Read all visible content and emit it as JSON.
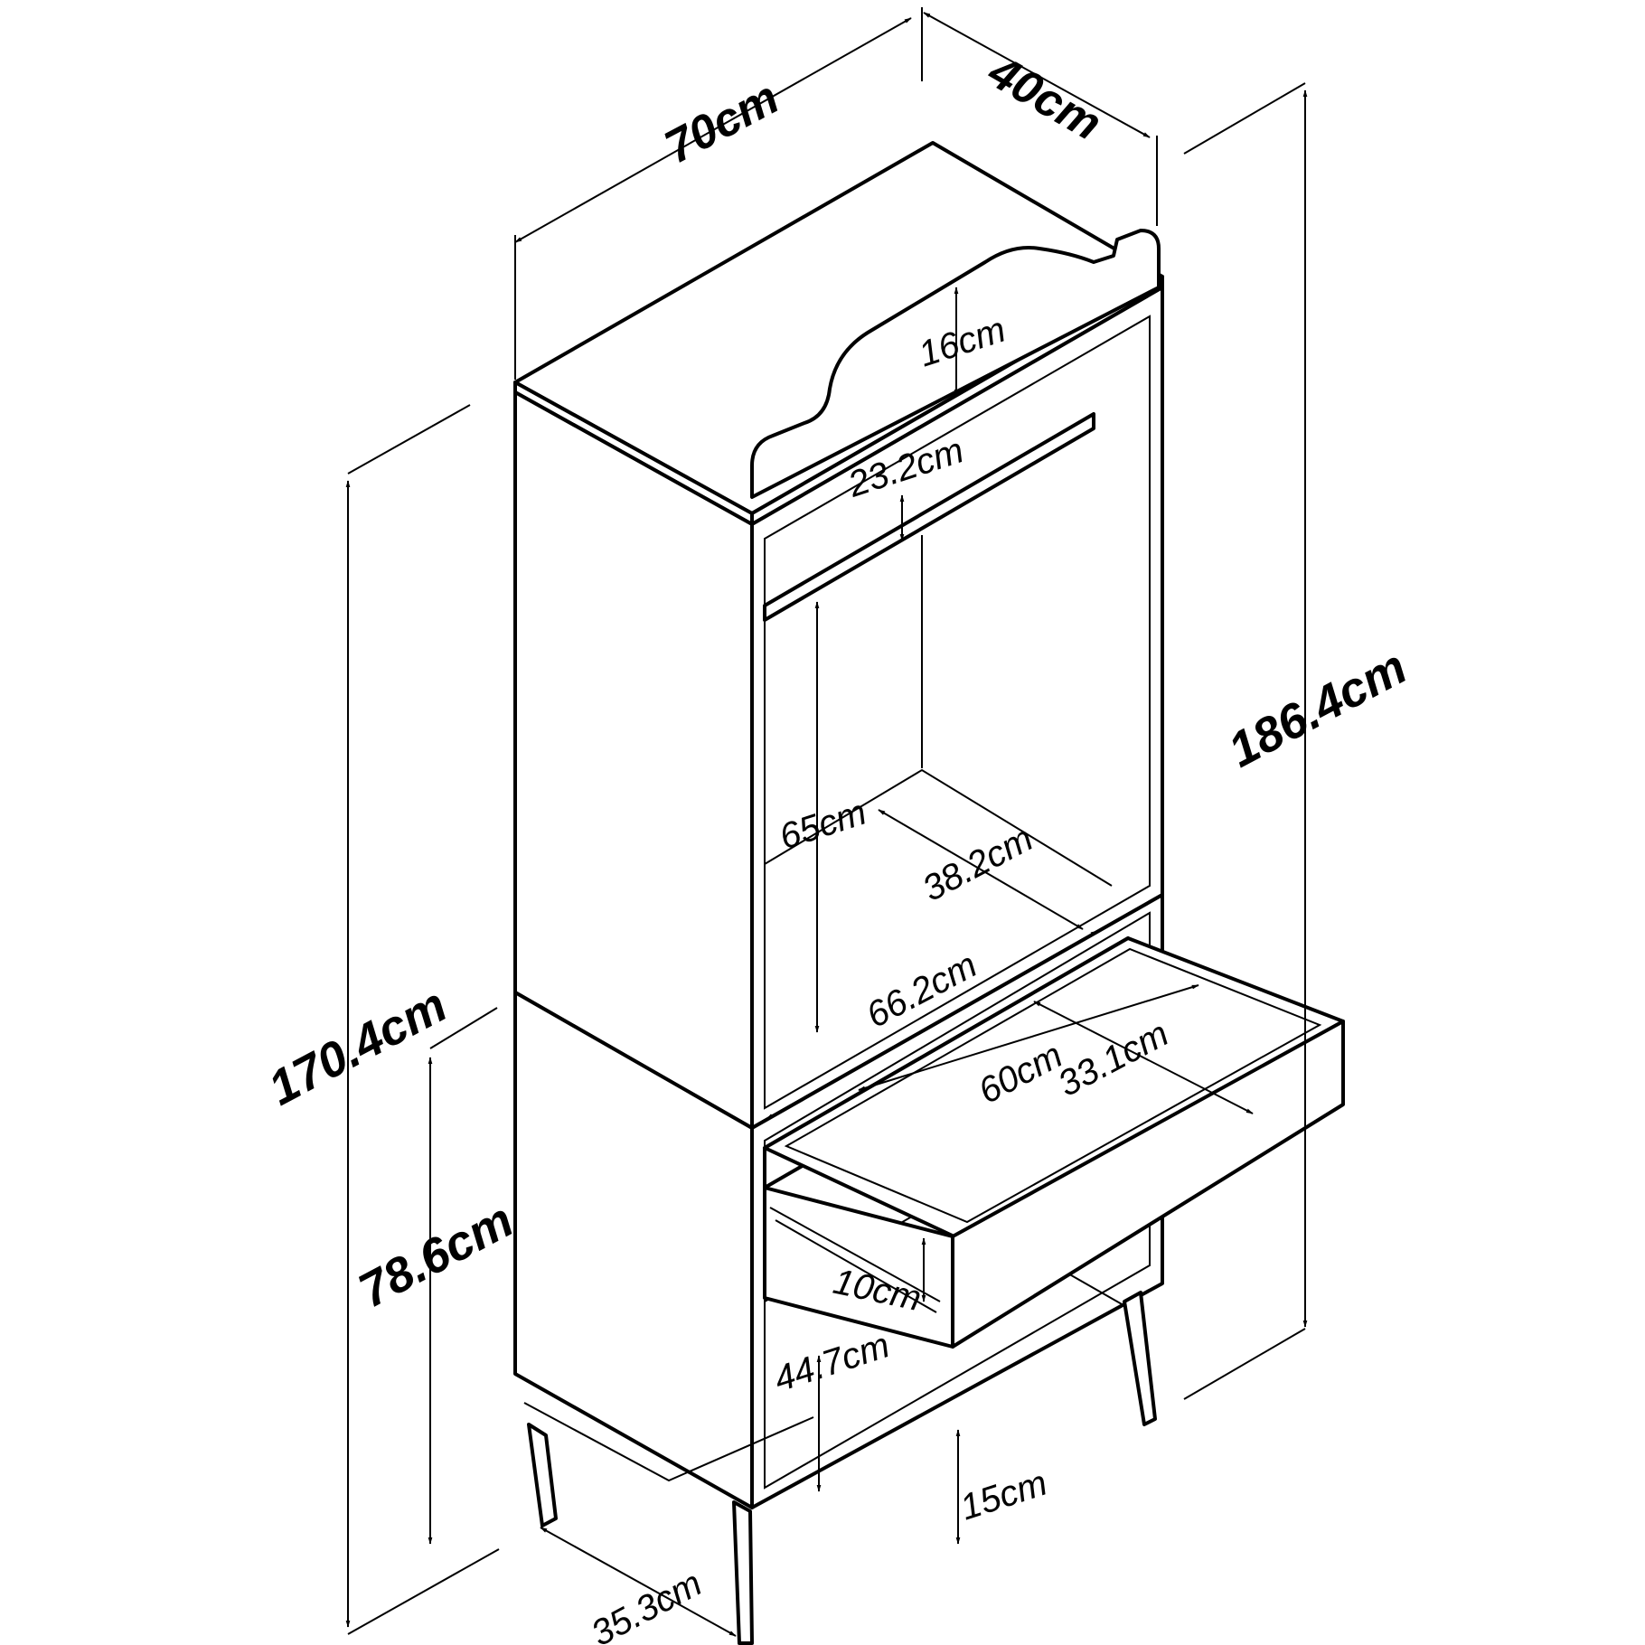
{
  "dimensions": {
    "width": "70cm",
    "depth": "40cm",
    "total_height": "186.4cm",
    "body_height": "170.4cm",
    "lower_height": "78.6cm",
    "back_panel_height": "16cm",
    "top_shelf_gap": "23.2cm",
    "upper_opening_height": "65cm",
    "inner_depth": "38.2cm",
    "inner_width": "66.2cm",
    "drawer_width": "60cm",
    "drawer_depth": "33.1cm",
    "drawer_height": "10cm",
    "lower_opening_height": "44.7cm",
    "leg_height": "15cm",
    "leg_spacing": "35.3cm"
  },
  "colors": {
    "line": "#000000",
    "background": "#ffffff"
  }
}
